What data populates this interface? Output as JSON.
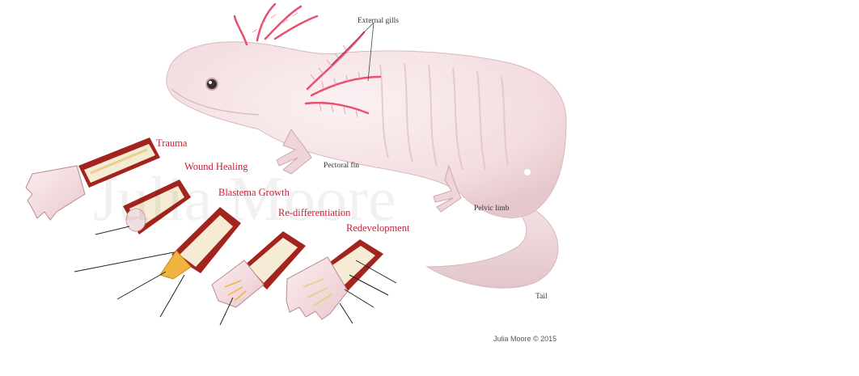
{
  "labels": {
    "external_gills": "External gills",
    "pectoral_fin": "Pectoral fin",
    "pelvic_limb": "Pelvic limb",
    "tail": "Tail"
  },
  "stages": {
    "trauma": "Trauma",
    "wound_healing": "Wound Healing",
    "blastema_growth": "Blastema Growth",
    "re_differentiation": "Re-differentiation",
    "redevelopment": "Redevelopment"
  },
  "credit": "Julia Moore © 2015",
  "colors": {
    "body": "#f6e4e6",
    "gills": "#e8506e",
    "stage_text": "#c8203a",
    "limb_outer": "#a3241c",
    "bone": "#f6ecd6",
    "blastema": "#f2b440"
  }
}
